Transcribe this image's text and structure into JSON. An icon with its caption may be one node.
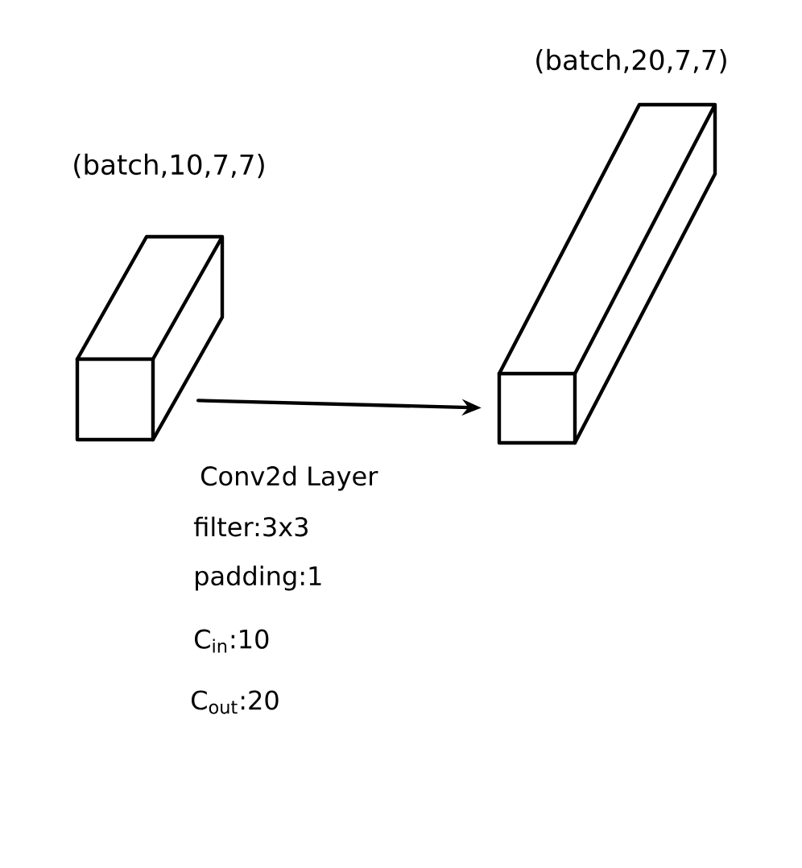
{
  "diagram": {
    "nodes": [
      {
        "text": [
          "(batch,10,7,7)"
        ]
      },
      {
        "text": [
          "(batch,20,7,7)"
        ]
      }
    ],
    "edges": [
      {
        "from": 0,
        "to": 1,
        "arrow": "to"
      }
    ],
    "labels": [
      "Conv2d Layer",
      "filter:3x3",
      "padding:1",
      "C$_{in}$:10",
      "C$_{out}$:20"
    ]
  }
}
